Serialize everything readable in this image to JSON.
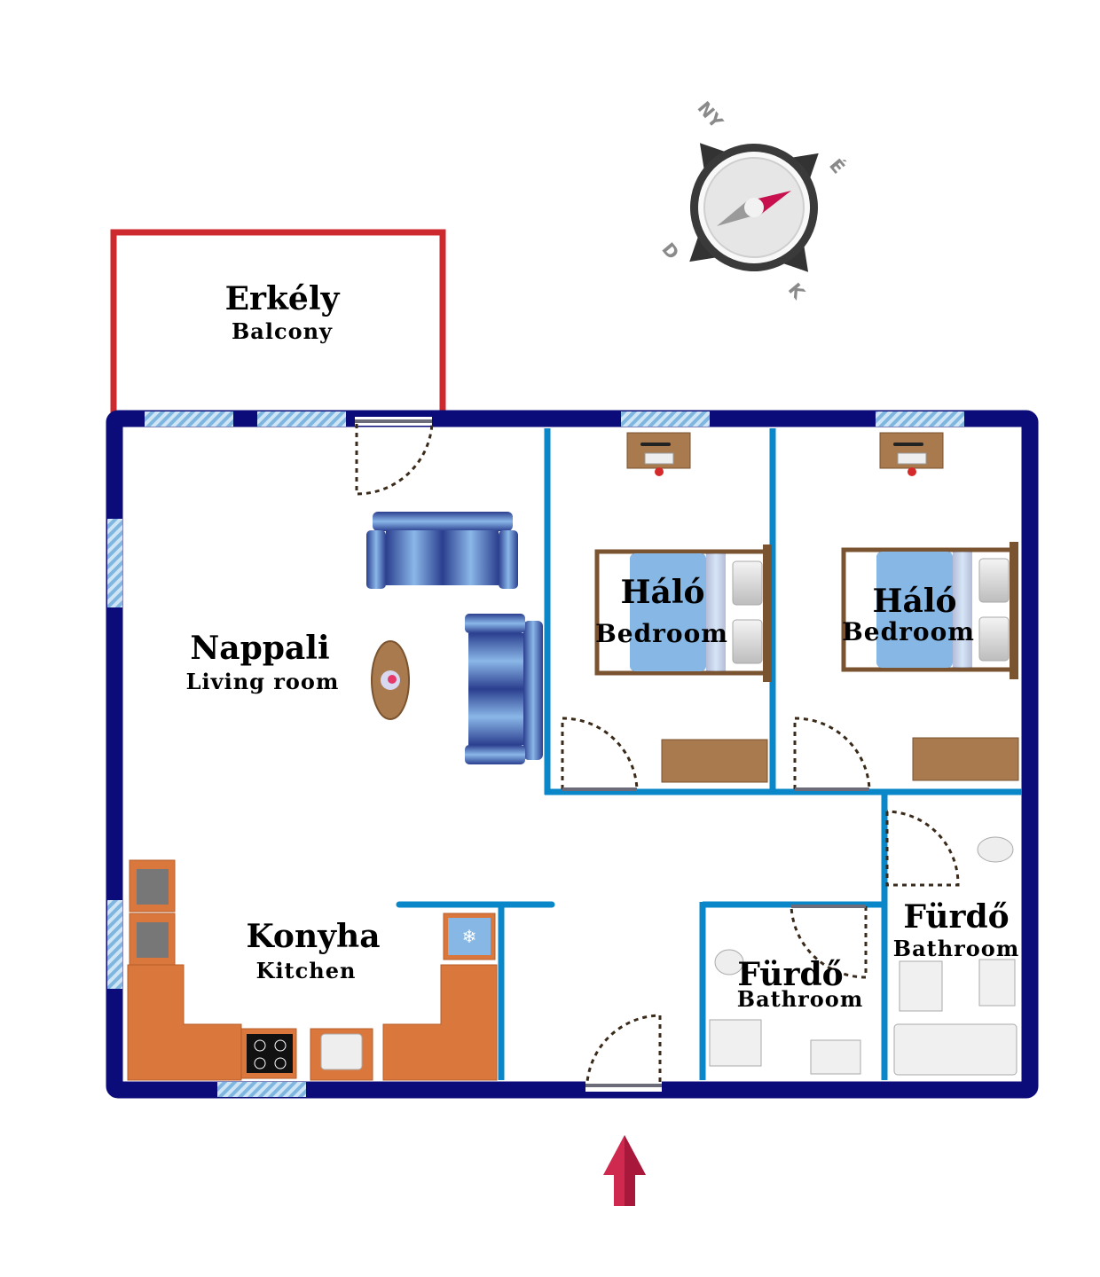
{
  "rooms": {
    "balcony": {
      "hu": "Erkély",
      "en": "Balcony"
    },
    "living": {
      "hu": "Nappali",
      "en": "Living room"
    },
    "bedroom1": {
      "hu": "Háló",
      "en": "Bedroom"
    },
    "bedroom2": {
      "hu": "Háló",
      "en": "Bedroom"
    },
    "kitchen": {
      "hu": "Konyha",
      "en": "Kitchen"
    },
    "bathroom1": {
      "hu": "Fürdő",
      "en": "Bathroom"
    },
    "bathroom2": {
      "hu": "Fürdő",
      "en": "Bathroom"
    }
  },
  "compass": {
    "north": "É",
    "east": "K",
    "south": "D",
    "west": "NY"
  },
  "colors": {
    "outer_wall": "#0b0b7a",
    "inner_wall": "#0a87c8",
    "balcony_outline": "#cc2a2e",
    "window": "#8fc0e6",
    "furniture_wood": "#a87a4e",
    "kitchen_counter": "#d9773d",
    "entrance_arrow": "#d0294f"
  }
}
